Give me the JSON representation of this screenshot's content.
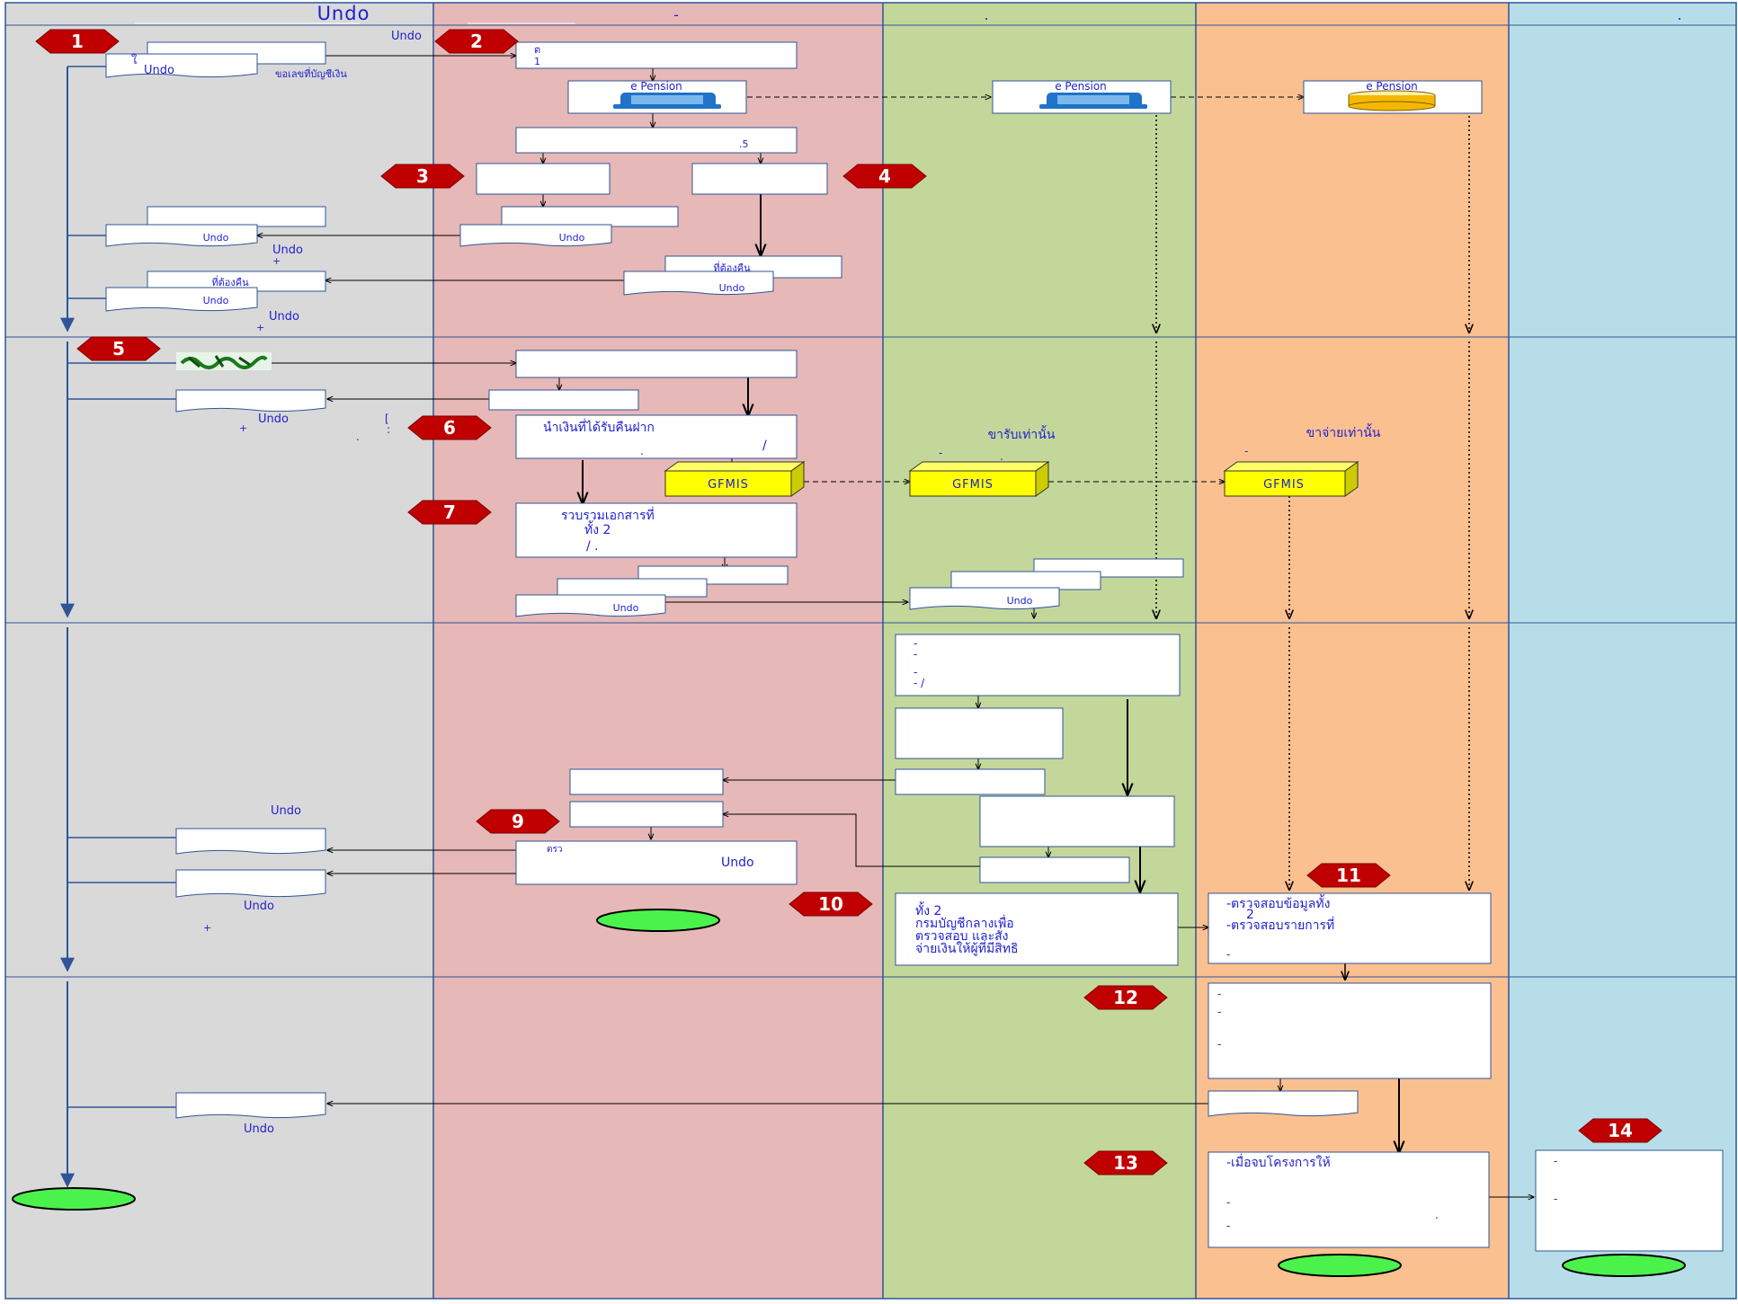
{
  "colors": {
    "lane_gray": "#d9d9d9",
    "lane_pink": "#e6b8b7",
    "lane_green": "#c4d79b",
    "lane_orange": "#fac090",
    "lane_blue": "#b7dee8",
    "badge_red": "#c00000",
    "terminator_green": "#4cf24c",
    "text_blue": "#1f1fd0",
    "gfmis_yellow": "#ffff00",
    "database_gold": "#f5b800",
    "computer_blue": "#1f73c8"
  },
  "lanes": [
    {
      "id": "lane-1",
      "header": "Undo"
    },
    {
      "id": "lane-2",
      "header": "-"
    },
    {
      "id": "lane-3",
      "header": "."
    },
    {
      "id": "lane-4",
      "header": ""
    },
    {
      "id": "lane-5",
      "header": "."
    }
  ],
  "badges": [
    "1",
    "2",
    "3",
    "4",
    "5",
    "6",
    "7",
    "9",
    "10",
    "11",
    "12",
    "13",
    "14"
  ],
  "nodes": {
    "n1a": "Undo",
    "n1b": "ใ\nUndo",
    "n1note": "ขอเลขที่บัญชีเงิน",
    "n2": "ต\n1",
    "sys_pension_1": "e Pension",
    "sys_pension_2": "e Pension",
    "sys_pension_3": "e Pension",
    "n2c": ".5",
    "n3a": "",
    "n4a": "",
    "docs_a": "Undo",
    "docs_a_note": "Undo",
    "docs_a_plus": "+",
    "docs_b": "Undo",
    "docs_c_top": "ที่ต้องคืน",
    "docs_c": "Undo",
    "docs_d_top": "ที่ต้องคืน",
    "docs_d": "Undo",
    "docs_d_note": "Undo",
    "docs_d_plus": "+",
    "n5box": "",
    "n5doc": "",
    "n5doc_note": "Undo",
    "n5doc_plus": "+",
    "n5mark": "[",
    "n5mark2": ":",
    "n5dot": ".",
    "n6": "นำเงินที่ได้รับคืนฝาก\n/",
    "n6dot": ".",
    "gfmis_1": "GFMIS",
    "gfmis_2": "GFMIS",
    "gfmis_3": "GFMIS",
    "lbl_receive": "ขารับเท่านั้น",
    "lbl_receive_dash": "-",
    "lbl_receive_dot": ".",
    "lbl_pay": "ขาจ่ายเท่านั้น",
    "lbl_pay_dash": "-",
    "n7": "รวบรวมเอกสารที่\nทั้ง 2\n/ .",
    "docs_e": "Undo",
    "docs_f": "Undo",
    "n8list": "-\n-\n\n-\n- /",
    "n9": "ตรว\nUndo",
    "n9doc_note": "Undo",
    "n9doc2_note": "Undo",
    "n9doc2_plus": "+",
    "n10": "ทั้ง 2\nกรมบัญชีกลางเพื่อ\nตรวจสอบ และสั่ง\nจ่ายเงินให้ผู้ที่มีสิทธิ",
    "n11": "-ตรวจสอบข้อมูลทั้ง\n2\n-ตรวจสอบรายการที่\n\n-",
    "n12": "-\n-\n\n-",
    "n12doc_note": "Undo",
    "n13": "-เมื่อจบโครงการให้\n\n\n-\n\n-",
    "n13dot": ".",
    "n14": "-\n\n\n-"
  }
}
